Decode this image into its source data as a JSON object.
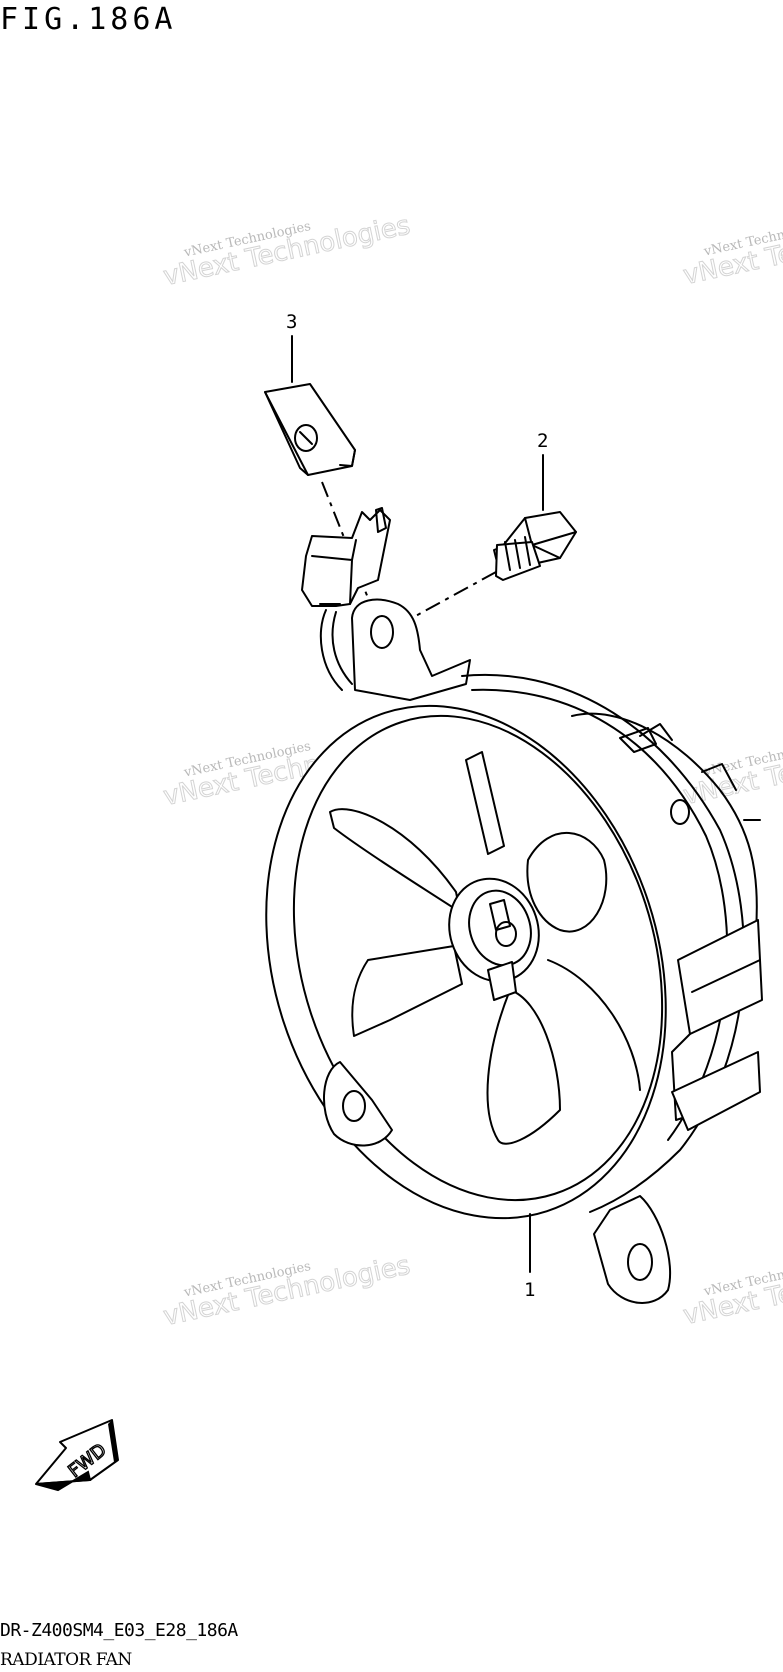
{
  "figure": {
    "title": "FIG.186A"
  },
  "callouts": [
    {
      "id": "1",
      "label": "1"
    },
    {
      "id": "2",
      "label": "2"
    },
    {
      "id": "3",
      "label": "3"
    }
  ],
  "watermark": {
    "small_text": "vNext Technologies",
    "large_text": "vNext Technologies"
  },
  "fwd_arrow": {
    "label": "FWD"
  },
  "footer": {
    "code": "DR-Z400SM4_E03_E28_186A",
    "name": "RADIATOR FAN"
  }
}
